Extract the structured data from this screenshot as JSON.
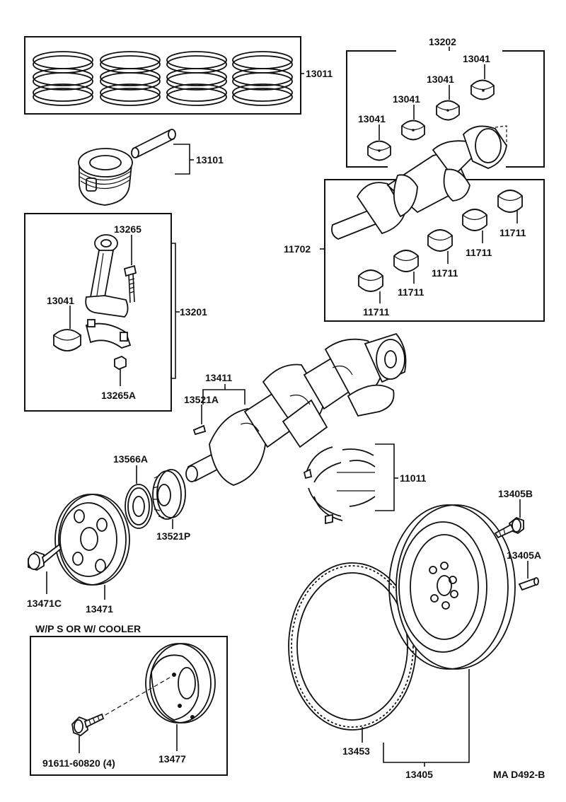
{
  "labels": {
    "piston_rings": "13011",
    "piston": "13101",
    "bearing_set_main": "13202",
    "main_bearing_1": "13041",
    "main_bearing_2": "13041",
    "main_bearing_3": "13041",
    "main_bearing_4": "13041",
    "crankshaft_bearing_set": "11702",
    "crank_bearing_1": "11711",
    "crank_bearing_2": "11711",
    "crank_bearing_3": "11711",
    "crank_bearing_4": "11711",
    "crank_bearing_5": "11711",
    "rod_bolt": "13265",
    "rod_bearing": "13041",
    "connecting_rod": "13201",
    "rod_nut": "13265A",
    "crankshaft": "13411",
    "key": "13521A",
    "thrust_washers": "11011",
    "spacer": "13566A",
    "timing_pulley": "13521P",
    "flywheel_bolt": "13405B",
    "flywheel_pin": "13405A",
    "pulley_bolt": "13471C",
    "crank_pulley": "13471",
    "option_heading": "W/P S   OR   W/ COOLER",
    "option_bolt": "91611-60820 (4)",
    "option_pulley": "13477",
    "ring_gear": "13453",
    "flywheel": "13405",
    "figure_code": "MA D492-B"
  }
}
